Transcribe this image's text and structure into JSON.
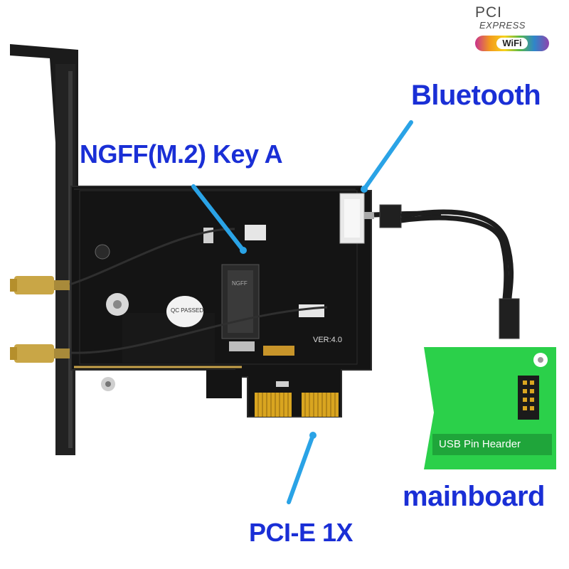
{
  "labels": {
    "ngff": "NGFF(M.2)  Key A",
    "bluetooth": "Bluetooth",
    "pcie": "PCI-E 1X",
    "mainboard": "mainboard",
    "usb_header": "USB Pin Hearder"
  },
  "logo": {
    "pci": "PCI",
    "express": "EXPRESS",
    "wifi": "WiFi"
  },
  "board_marks": {
    "version": "VER:4.0",
    "qc": "QC PASSED",
    "ngff_chip": "NGFF"
  },
  "colors": {
    "label_blue": "#1a2fd6",
    "pointer_blue": "#2aa3e6",
    "pcb_black": "#141414",
    "mainboard_green": "#2bd04a",
    "gold": "#d9a520"
  }
}
